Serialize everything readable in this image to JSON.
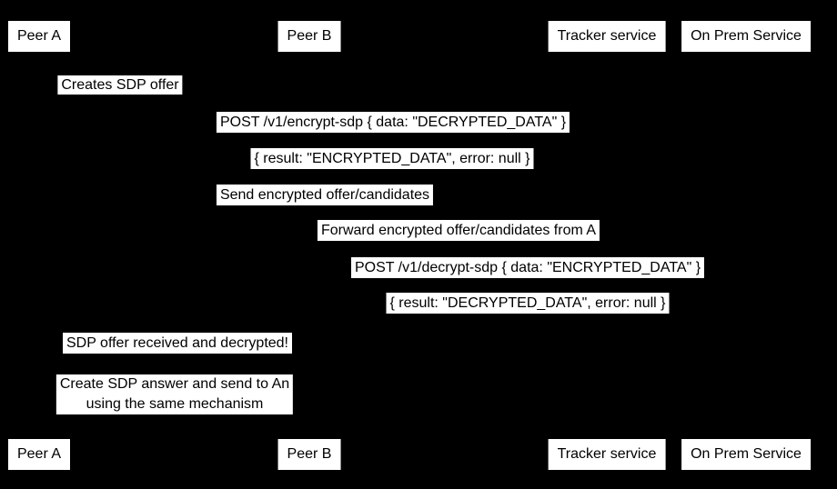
{
  "background": "#000000",
  "palette": {
    "box_background": "#ffffff",
    "box_text": "#000000"
  },
  "diagram": {
    "type": "sequence-diagram",
    "actors": [
      {
        "label": "Peer A"
      },
      {
        "label": "Peer B"
      },
      {
        "label": "Tracker service"
      },
      {
        "label": "On Prem Service"
      }
    ],
    "messages": [
      {
        "text": "Creates SDP offer"
      },
      {
        "text": "POST /v1/encrypt-sdp { data: \"DECRYPTED_DATA\" }"
      },
      {
        "text": "{ result: \"ENCRYPTED_DATA\", error: null }"
      },
      {
        "text": "Send encrypted offer/candidates"
      },
      {
        "text": "Forward encrypted offer/candidates from A"
      },
      {
        "text": "POST /v1/decrypt-sdp { data: \"ENCRYPTED_DATA\" }"
      },
      {
        "text": "{ result: \"DECRYPTED_DATA\", error: null }"
      },
      {
        "text": "SDP offer received and decrypted!"
      }
    ],
    "note": {
      "line1": "Create SDP answer and send to An",
      "line2": "using the same mechanism"
    }
  }
}
